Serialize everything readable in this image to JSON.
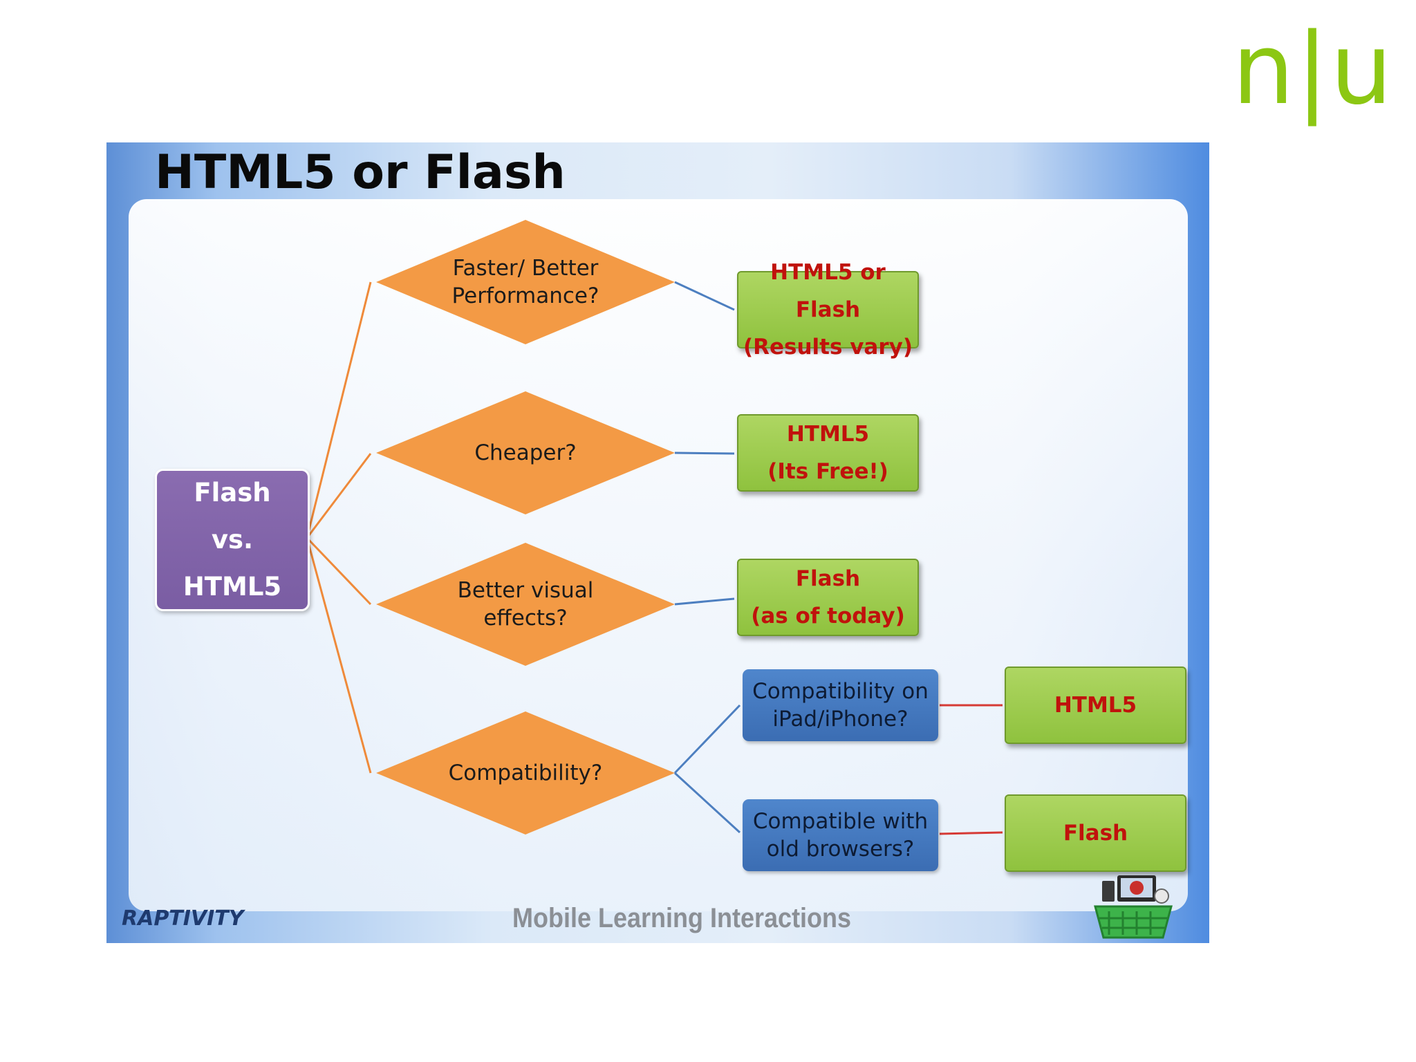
{
  "logo": {
    "text": "n|u",
    "color": "#8cc713"
  },
  "slide": {
    "title": "HTML5 or Flash",
    "root": {
      "lines": [
        "Flash",
        "vs.",
        "HTML5"
      ],
      "color": "#7d60a8"
    },
    "questions": [
      {
        "label": "Faster/ Better\nPerformance?"
      },
      {
        "label": "Cheaper?"
      },
      {
        "label": "Better visual\neffects?"
      },
      {
        "label": "Compatibility?"
      }
    ],
    "answers": [
      {
        "lines": [
          "HTML5 or Flash",
          "(Results vary)"
        ]
      },
      {
        "lines": [
          "HTML5",
          "(Its Free!)"
        ]
      },
      {
        "lines": [
          "Flash",
          "(as of today)"
        ]
      }
    ],
    "sub_questions": [
      {
        "lines": [
          "Compatibility on",
          "iPad/iPhone?"
        ],
        "answer": "HTML5"
      },
      {
        "lines": [
          "Compatible with",
          "old browsers?"
        ],
        "answer": "Flash"
      }
    ],
    "brand": "RAPTIVITY",
    "footer": "Mobile Learning Interactions",
    "colors": {
      "diamond": "#f39a45",
      "green_box": "#9cc84c",
      "blue_box": "#4577bf",
      "answer_text": "#c0120c",
      "orange_line": "#ef8a3a",
      "blue_line": "#4d7fc0",
      "red_line": "#d63a35"
    }
  }
}
